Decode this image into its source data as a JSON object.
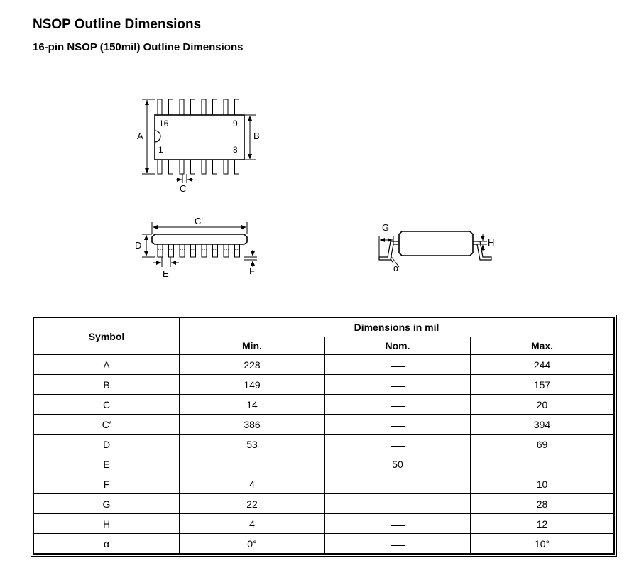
{
  "header": {
    "title": "NSOP Outline Dimensions",
    "subtitle": "16-pin NSOP (150mil) Outline Dimensions"
  },
  "diagram": {
    "top_view": {
      "pin_16": "16",
      "pin_9": "9",
      "pin_1": "1",
      "pin_8": "8",
      "label_a": "A",
      "label_b": "B",
      "label_c": "C"
    },
    "side_view": {
      "label_c_prime": "C'",
      "label_d": "D",
      "label_e": "E",
      "label_f": "F"
    },
    "end_view": {
      "label_g": "G",
      "label_h": "H",
      "label_alpha": "α"
    }
  },
  "table": {
    "symbol_header": "Symbol",
    "group_header": "Dimensions in mil",
    "col_min": "Min.",
    "col_nom": "Nom.",
    "col_max": "Max.",
    "rows": [
      {
        "symbol": "A",
        "min": "228",
        "nom": "",
        "max": "244"
      },
      {
        "symbol": "B",
        "min": "149",
        "nom": "",
        "max": "157"
      },
      {
        "symbol": "C",
        "min": "14",
        "nom": "",
        "max": "20"
      },
      {
        "symbol": "C′",
        "min": "386",
        "nom": "",
        "max": "394"
      },
      {
        "symbol": "D",
        "min": "53",
        "nom": "",
        "max": "69"
      },
      {
        "symbol": "E",
        "min": "",
        "nom": "50",
        "max": ""
      },
      {
        "symbol": "F",
        "min": "4",
        "nom": "",
        "max": "10"
      },
      {
        "symbol": "G",
        "min": "22",
        "nom": "",
        "max": "28"
      },
      {
        "symbol": "H",
        "min": "4",
        "nom": "",
        "max": "12"
      },
      {
        "symbol": "α",
        "min": "0°",
        "nom": "",
        "max": "10°"
      }
    ]
  }
}
